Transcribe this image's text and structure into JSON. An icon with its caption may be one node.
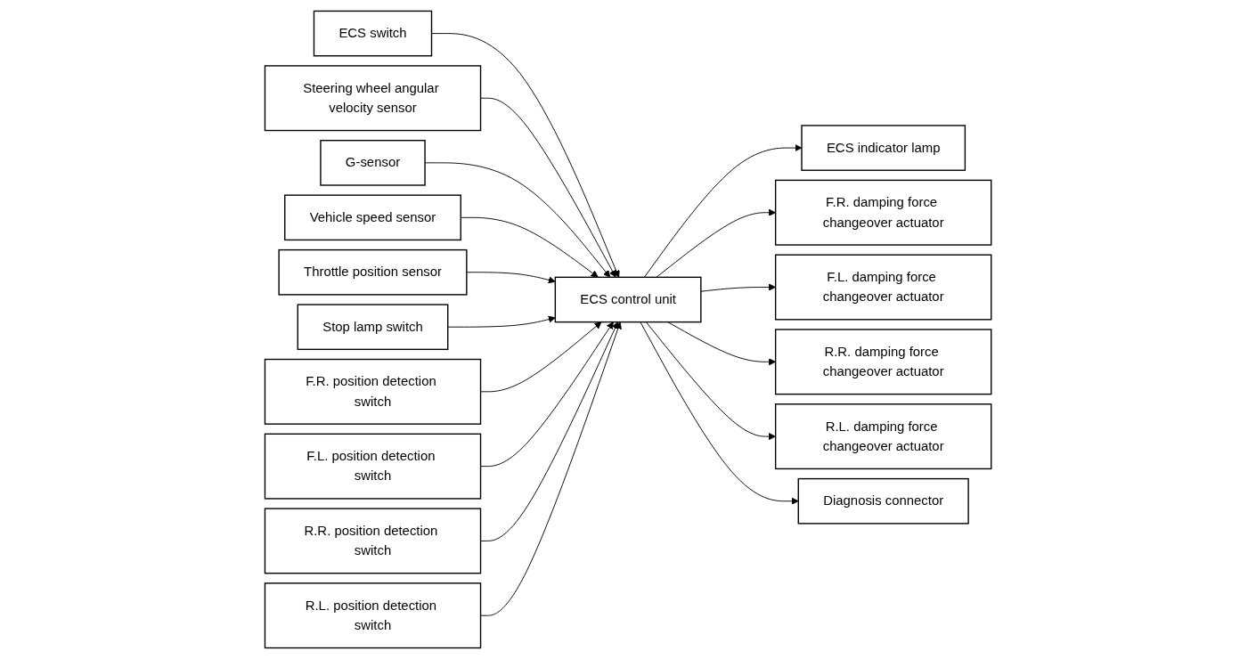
{
  "diagram": {
    "nodes": [
      {
        "text": [
          "ECS switch"
        ]
      },
      {
        "text": [
          "Steering wheel angular velocity sensor"
        ]
      },
      {
        "text": [
          "G-sensor"
        ]
      },
      {
        "text": [
          "Vehicle speed sensor"
        ]
      },
      {
        "text": [
          "Throttle position sensor"
        ]
      },
      {
        "text": [
          "Stop lamp switch"
        ]
      },
      {
        "text": [
          "F.R. position detection switch"
        ]
      },
      {
        "text": [
          "F.L. position detection switch"
        ]
      },
      {
        "text": [
          "R.R. position detection switch"
        ]
      },
      {
        "text": [
          "R.L. position detection switch"
        ]
      },
      {
        "text": [
          "ECS control unit"
        ]
      },
      {
        "text": [
          "ECS indicator lamp"
        ]
      },
      {
        "text": [
          "F.R. damping force changeover actuator"
        ]
      },
      {
        "text": [
          "F.L. damping force changeover actuator"
        ]
      },
      {
        "text": [
          "R.R. damping force changeover actuator"
        ]
      },
      {
        "text": [
          "R.L. damping force changeover actuator"
        ]
      },
      {
        "text": [
          "Diagnosis connector"
        ]
      }
    ],
    "edges": [
      {
        "from": 0,
        "to": 10,
        "arrow": "to"
      },
      {
        "from": 1,
        "to": 10,
        "arrow": "to"
      },
      {
        "from": 2,
        "to": 10,
        "arrow": "to"
      },
      {
        "from": 3,
        "to": 10,
        "arrow": "to"
      },
      {
        "from": 4,
        "to": 10,
        "arrow": "to"
      },
      {
        "from": 5,
        "to": 10,
        "arrow": "to"
      },
      {
        "from": 6,
        "to": 10,
        "arrow": "to"
      },
      {
        "from": 7,
        "to": 10,
        "arrow": "to"
      },
      {
        "from": 8,
        "to": 10,
        "arrow": "to"
      },
      {
        "from": 9,
        "to": 10,
        "arrow": "to"
      },
      {
        "from": 10,
        "to": 11,
        "arrow": "to"
      },
      {
        "from": 10,
        "to": 12,
        "arrow": "to"
      },
      {
        "from": 10,
        "to": 13,
        "arrow": "to"
      },
      {
        "from": 10,
        "to": 14,
        "arrow": "to"
      },
      {
        "from": 10,
        "to": 15,
        "arrow": "to"
      },
      {
        "from": 10,
        "to": 16,
        "arrow": "to"
      }
    ]
  }
}
